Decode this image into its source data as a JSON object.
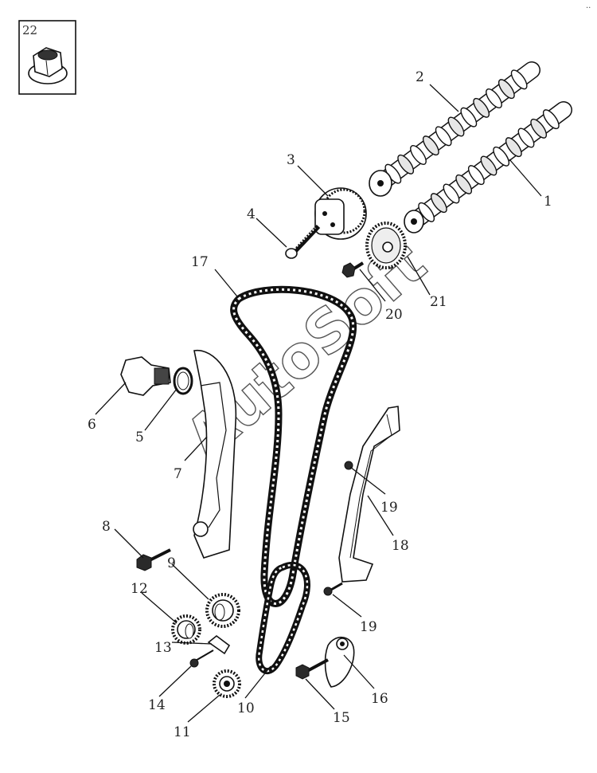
{
  "inset": {
    "label": "22",
    "icon": "flange-nut-icon"
  },
  "watermark": "AutoSoft",
  "corner_mark": "..",
  "callouts": [
    {
      "id": "1",
      "label": "1",
      "part": "camshaft-exhaust"
    },
    {
      "id": "2",
      "label": "2",
      "part": "camshaft-intake"
    },
    {
      "id": "3",
      "label": "3",
      "part": "vvt-sprocket"
    },
    {
      "id": "4",
      "label": "4",
      "part": "sprocket-bolt"
    },
    {
      "id": "5",
      "label": "5",
      "part": "tensioner-gasket"
    },
    {
      "id": "6",
      "label": "6",
      "part": "chain-tensioner"
    },
    {
      "id": "7",
      "label": "7",
      "part": "tensioner-guide"
    },
    {
      "id": "8",
      "label": "8",
      "part": "guide-pivot-bolt"
    },
    {
      "id": "9",
      "label": "9",
      "part": "crank-sprocket-upper"
    },
    {
      "id": "10",
      "label": "10",
      "part": "oil-pump-chain"
    },
    {
      "id": "11",
      "label": "11",
      "part": "oil-pump-sprocket"
    },
    {
      "id": "12",
      "label": "12",
      "part": "crank-sprocket-lower"
    },
    {
      "id": "13",
      "label": "13",
      "part": "chain-damper"
    },
    {
      "id": "14",
      "label": "14",
      "part": "damper-bolt"
    },
    {
      "id": "15",
      "label": "15",
      "part": "tensioner-bolt"
    },
    {
      "id": "16",
      "label": "16",
      "part": "oil-pump-chain-tensioner"
    },
    {
      "id": "17",
      "label": "17",
      "part": "timing-chain"
    },
    {
      "id": "18",
      "label": "18",
      "part": "fixed-guide"
    },
    {
      "id": "19",
      "label": "19",
      "part": "guide-bolt"
    },
    {
      "id": "19b",
      "label": "19",
      "part": "guide-bolt"
    },
    {
      "id": "20",
      "label": "20",
      "part": "exhaust-sprocket-bolt"
    },
    {
      "id": "21",
      "label": "21",
      "part": "exhaust-sprocket"
    }
  ]
}
